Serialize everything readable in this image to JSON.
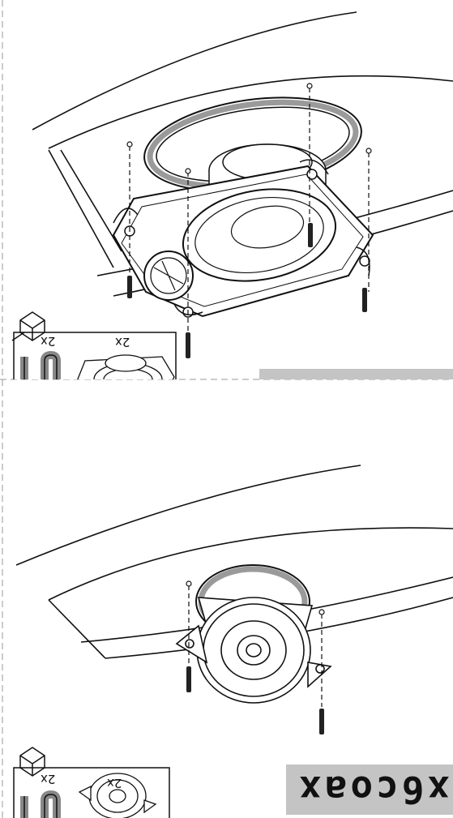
{
  "top_panel": {
    "label": "6x9coax",
    "kit_quantity_screws": "2x",
    "kit_quantity_speaker": "2x"
  },
  "bottom_panel": {
    "label": "4x6coax",
    "kit_quantity_screws": "2x",
    "kit_quantity_speaker": "2x"
  },
  "colors": {
    "line": "#111111",
    "gasket": "#9a9a9a",
    "label_bg": "#c4c4c4",
    "divider": "#999999"
  }
}
